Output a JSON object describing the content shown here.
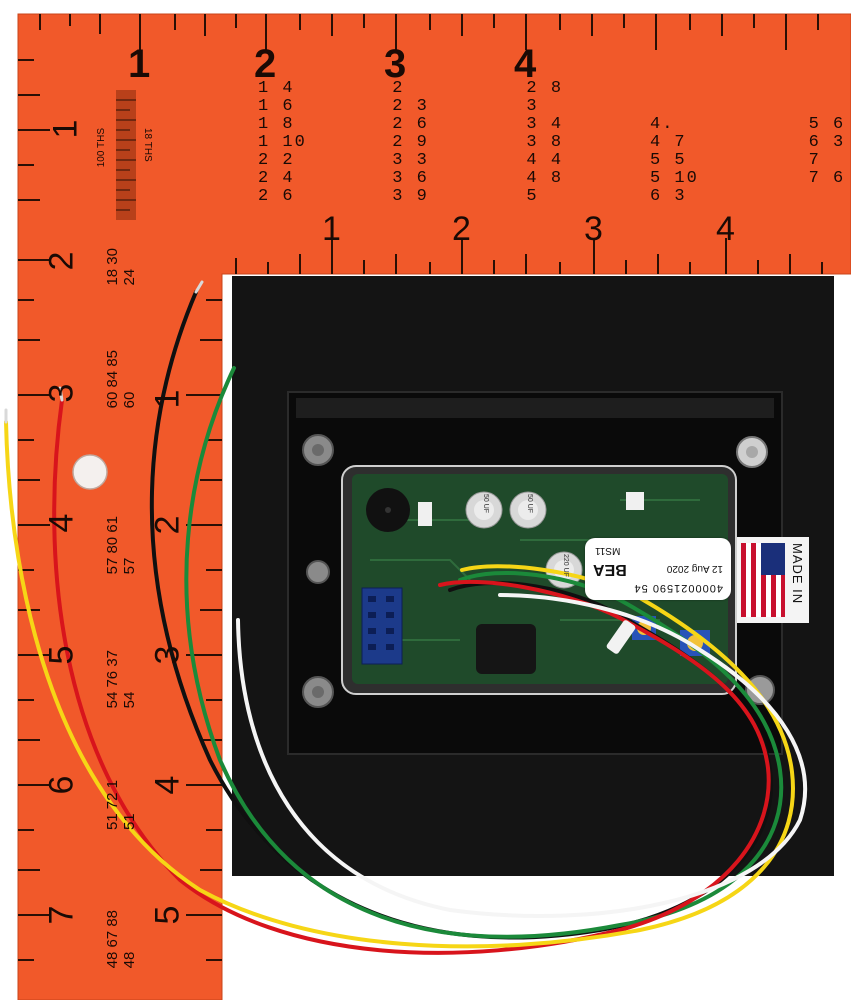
{
  "ruler": {
    "top_major": [
      "1",
      "2",
      "3",
      "4"
    ],
    "top_minor": [
      "1",
      "2",
      "3",
      "4"
    ],
    "left_major": [
      "1",
      "2",
      "3",
      "4",
      "5",
      "6",
      "7"
    ],
    "left_minor": [
      "1",
      "2",
      "3",
      "4",
      "5"
    ],
    "hundredths_label": "100 THS",
    "sixteenths_label": "18 THS",
    "rafter_rows": [
      "1 4        2          2 8",
      "1 6        2 3        3",
      "1 8        2 6        3 4",
      "1 10       2 9        3 8",
      "2 2        3 3        4 4",
      "2 4        3 6        4 8",
      "2 6        3 9        5"
    ],
    "rafter_rows_right": [
      "4.           5 6",
      "4 7          6 3",
      "5 5          7",
      "5 10         7 6",
      "6 3"
    ],
    "left_columns": [
      "18 30\n24",
      "60 84 85\n60",
      "57 80 61\n57",
      "54 76 37\n54",
      "51 72 1\n51",
      "48 67 88\n48"
    ]
  },
  "device_label": {
    "serial": "4000021590 54",
    "brand": "BEA",
    "date": "12 Aug 2020",
    "model": "MS11"
  },
  "flag_label": {
    "text": "MADE IN"
  },
  "components": {
    "cap_marks": [
      "50 UF",
      "50 UF",
      "220 UF"
    ]
  },
  "colors": {
    "ruler_orange": "#f1592a",
    "foam_black": "#141414",
    "pcb_green": "#1f4a2a",
    "wire_red": "#d8141c",
    "wire_yellow": "#f6d616",
    "wire_green": "#1b8a3a",
    "wire_black": "#101010",
    "wire_white": "#f5f5f5"
  }
}
